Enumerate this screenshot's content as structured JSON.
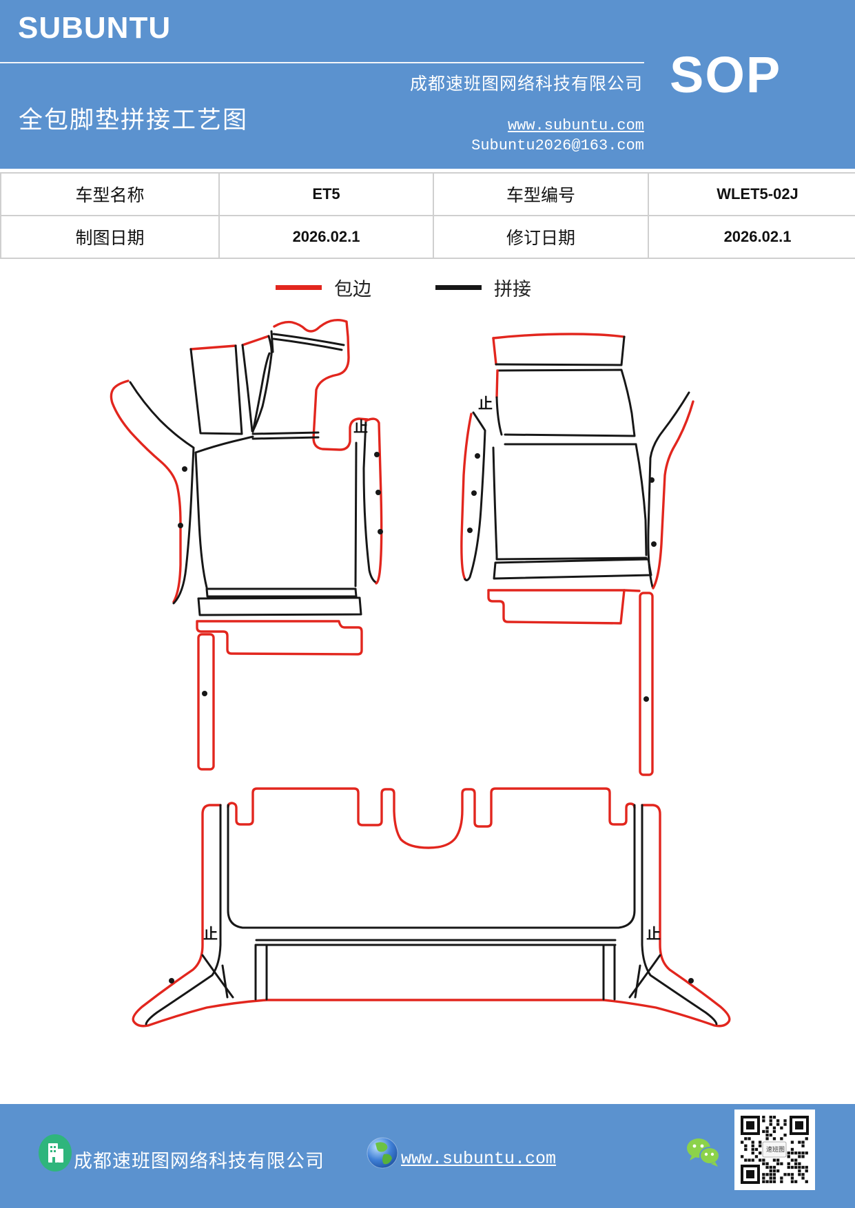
{
  "header": {
    "logo": "SUBUNTU",
    "title": "全包脚垫拼接工艺图",
    "company": "成都速班图网络科技有限公司",
    "website": "www.subuntu.com",
    "email": "Subuntu2026@163.com",
    "badge": "SOP"
  },
  "info_table": {
    "rows": [
      [
        "车型名称",
        "ET5",
        "车型编号",
        "WLET5-02J"
      ],
      [
        "制图日期",
        "2026.02.1",
        "修订日期",
        "2026.02.1"
      ]
    ]
  },
  "legend": {
    "items": [
      {
        "label": "包边",
        "color": "#e2261e"
      },
      {
        "label": "拼接",
        "color": "#171717"
      }
    ]
  },
  "diagram": {
    "stop_marker": "止",
    "edge_color": "#e2261e",
    "seam_color": "#171717",
    "mats": [
      "driver-front-mat",
      "passenger-front-mat",
      "rear-row-mat"
    ]
  },
  "footer": {
    "company": "成都速班图网络科技有限公司",
    "website": "www.subuntu.com"
  },
  "colors": {
    "header_bg": "#5b92cf",
    "footer_bg": "#5b92cf",
    "wrap_red": "#e2261e",
    "seam_black": "#171717",
    "building_icon_green": "#2fb57c",
    "wechat_green": "#8cd24a"
  }
}
